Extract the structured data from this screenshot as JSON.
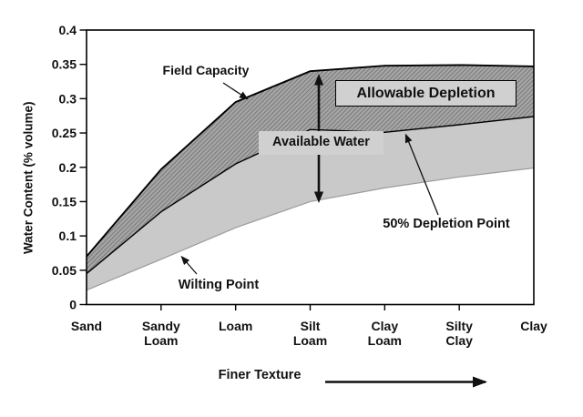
{
  "figure": {
    "background": "#ffffff"
  },
  "chart_data": {
    "type": "area",
    "title": "",
    "xlabel": "",
    "ylabel": "Water Content (% volume)",
    "ylim": [
      0,
      0.4
    ],
    "grid": false,
    "legend": "none",
    "y_ticks": [
      "0.4",
      "0.35",
      "0.3",
      "0.25",
      "0.2",
      "0.15",
      "0.1",
      "0.05",
      "0"
    ],
    "categories": [
      [
        "Sand"
      ],
      [
        "Sandy",
        "Loam"
      ],
      [
        "Loam"
      ],
      [
        "Silt",
        "Loam"
      ],
      [
        "Clay",
        "Loam"
      ],
      [
        "Silty",
        "Clay"
      ],
      [
        "Clay"
      ]
    ],
    "series": [
      {
        "name": "Field Capacity",
        "values": [
          0.07,
          0.197,
          0.295,
          0.34,
          0.348,
          0.349,
          0.347
        ]
      },
      {
        "name": "50% Depletion Point",
        "values": [
          0.045,
          0.135,
          0.205,
          0.255,
          0.251,
          0.262,
          0.274
        ]
      },
      {
        "name": "Wilting Point",
        "values": [
          0.021,
          0.066,
          0.112,
          0.15,
          0.17,
          0.186,
          0.199
        ]
      }
    ],
    "bands": [
      {
        "name": "Allowable Depletion",
        "between": [
          "Field Capacity",
          "50% Depletion Point"
        ],
        "style": "dark-gray-hatched"
      },
      {
        "name": "Available Water lower half",
        "between": [
          "50% Depletion Point",
          "Wilting Point"
        ],
        "style": "light-gray"
      }
    ],
    "annotations": {
      "field_capacity": "Field Capacity",
      "allowable_depletion": "Allowable Depletion",
      "available_water": "Available Water",
      "wilting_point": "Wilting Point",
      "depletion_point": "50% Depletion Point",
      "finer_texture": "Finer Texture"
    },
    "colors": {
      "curve_line": "#000000",
      "wilting_line": "#9c9c9c",
      "band_light": "#c9c9c9",
      "hatch_bg": "#a5a5a5",
      "hatch_line": "#5f5f5f",
      "label_box_bg": "#d0d0d0",
      "text": "#111111"
    }
  }
}
